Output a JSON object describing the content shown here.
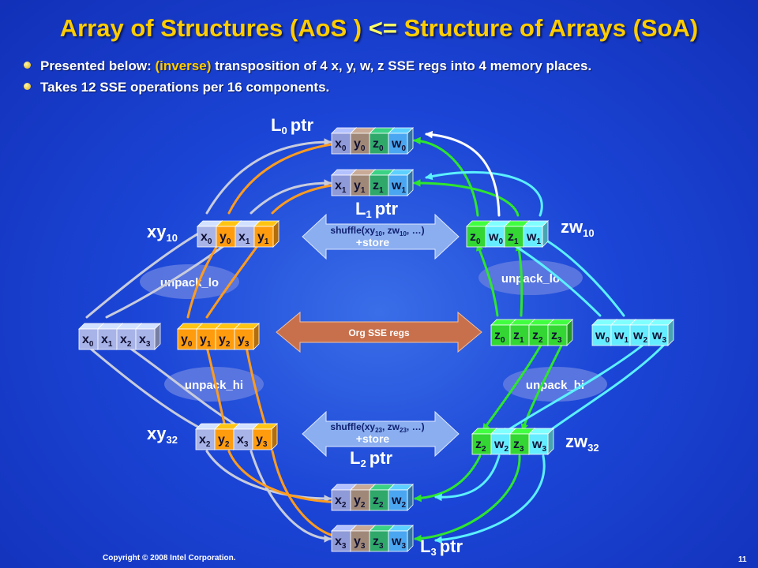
{
  "title": {
    "part1": "Array of Structures (AoS )",
    "arrow": "<=",
    "part2": "Structure of Arrays (SoA)"
  },
  "bullets": [
    {
      "pre": "Presented below:",
      "highlight": "(inverse)",
      "post": "transposition of 4 x, y, w, z SSE regs into 4 memory places."
    },
    {
      "text": "Takes 12 SSE operations per 16 components."
    }
  ],
  "labels": {
    "L0": "L",
    "L0_sub": "0",
    "L0_post": "ptr",
    "L1": "L",
    "L1_sub": "1",
    "L1_post": "ptr",
    "L2": "L",
    "L2_sub": "2",
    "L2_post": "ptr",
    "L3": "L",
    "L3_sub": "3",
    "L3_post": "ptr",
    "xy10": "xy",
    "xy10_sub": "10",
    "zw10": "zw",
    "zw10_sub": "10",
    "xy32": "xy",
    "xy32_sub": "32",
    "zw32": "zw",
    "zw32_sub": "32"
  },
  "ops": {
    "shuffle10_pre": "shuffle(xy",
    "shuffle10_sub1": "10",
    "shuffle10_mid": ", zw",
    "shuffle10_sub2": "10",
    "shuffle10_post": ", …)",
    "shuffle32_pre": "shuffle(xy",
    "shuffle32_sub1": "23",
    "shuffle32_mid": ", zw",
    "shuffle32_sub2": "23",
    "shuffle32_post": ", …)",
    "store": "+store",
    "org": "Org SSE regs",
    "unpack_lo_left": "unpack_lo",
    "unpack_lo_right": "unpack_lo",
    "unpack_hi_left": "unpack_hi",
    "unpack_hi_right": "unpack_hi"
  },
  "registers": {
    "x": [
      {
        "v": "x",
        "s": "0"
      },
      {
        "v": "x",
        "s": "1"
      },
      {
        "v": "x",
        "s": "2"
      },
      {
        "v": "x",
        "s": "3"
      }
    ],
    "y": [
      {
        "v": "y",
        "s": "0"
      },
      {
        "v": "y",
        "s": "1"
      },
      {
        "v": "y",
        "s": "2"
      },
      {
        "v": "y",
        "s": "3"
      }
    ],
    "z": [
      {
        "v": "z",
        "s": "0"
      },
      {
        "v": "z",
        "s": "1"
      },
      {
        "v": "z",
        "s": "2"
      },
      {
        "v": "z",
        "s": "3"
      }
    ],
    "w": [
      {
        "v": "w",
        "s": "0"
      },
      {
        "v": "w",
        "s": "1"
      },
      {
        "v": "w",
        "s": "2"
      },
      {
        "v": "w",
        "s": "3"
      }
    ],
    "xy10": [
      {
        "v": "x",
        "s": "0"
      },
      {
        "v": "y",
        "s": "0"
      },
      {
        "v": "x",
        "s": "1"
      },
      {
        "v": "y",
        "s": "1"
      }
    ],
    "zw10": [
      {
        "v": "z",
        "s": "0"
      },
      {
        "v": "w",
        "s": "0"
      },
      {
        "v": "z",
        "s": "1"
      },
      {
        "v": "w",
        "s": "1"
      }
    ],
    "xy32": [
      {
        "v": "x",
        "s": "2"
      },
      {
        "v": "y",
        "s": "2"
      },
      {
        "v": "x",
        "s": "3"
      },
      {
        "v": "y",
        "s": "3"
      }
    ],
    "zw32": [
      {
        "v": "z",
        "s": "2"
      },
      {
        "v": "w",
        "s": "2"
      },
      {
        "v": "z",
        "s": "3"
      },
      {
        "v": "w",
        "s": "3"
      }
    ],
    "mem0": [
      {
        "v": "x",
        "s": "0"
      },
      {
        "v": "y",
        "s": "0"
      },
      {
        "v": "z",
        "s": "0"
      },
      {
        "v": "w",
        "s": "0"
      }
    ],
    "mem1": [
      {
        "v": "x",
        "s": "1"
      },
      {
        "v": "y",
        "s": "1"
      },
      {
        "v": "z",
        "s": "1"
      },
      {
        "v": "w",
        "s": "1"
      }
    ],
    "mem2": [
      {
        "v": "x",
        "s": "2"
      },
      {
        "v": "y",
        "s": "2"
      },
      {
        "v": "z",
        "s": "2"
      },
      {
        "v": "w",
        "s": "2"
      }
    ],
    "mem3": [
      {
        "v": "x",
        "s": "3"
      },
      {
        "v": "y",
        "s": "3"
      },
      {
        "v": "z",
        "s": "3"
      },
      {
        "v": "w",
        "s": "3"
      }
    ]
  },
  "colors": {
    "x": "#a8b4e8",
    "y": "#ff9c0e",
    "z": "#33d633",
    "w": "#66ecff",
    "memX": "#8f9ad8",
    "memY": "#a08878",
    "memZ": "#2fa86a",
    "memW": "#4aa6f0",
    "arrowGray": "#c8ccdc",
    "arrowOrange": "#ff9c1e",
    "arrowGreen": "#2ee62e",
    "arrowCyan": "#5cf0ff",
    "arrowWhite": "#ffffff",
    "ellipse": "#5f7ae0",
    "orgArrow": "#c8704c",
    "shuffleArrow": "#8aaef0"
  },
  "footer": {
    "copyright": "Copyright © 2008 Intel Corporation.",
    "page": "11"
  }
}
